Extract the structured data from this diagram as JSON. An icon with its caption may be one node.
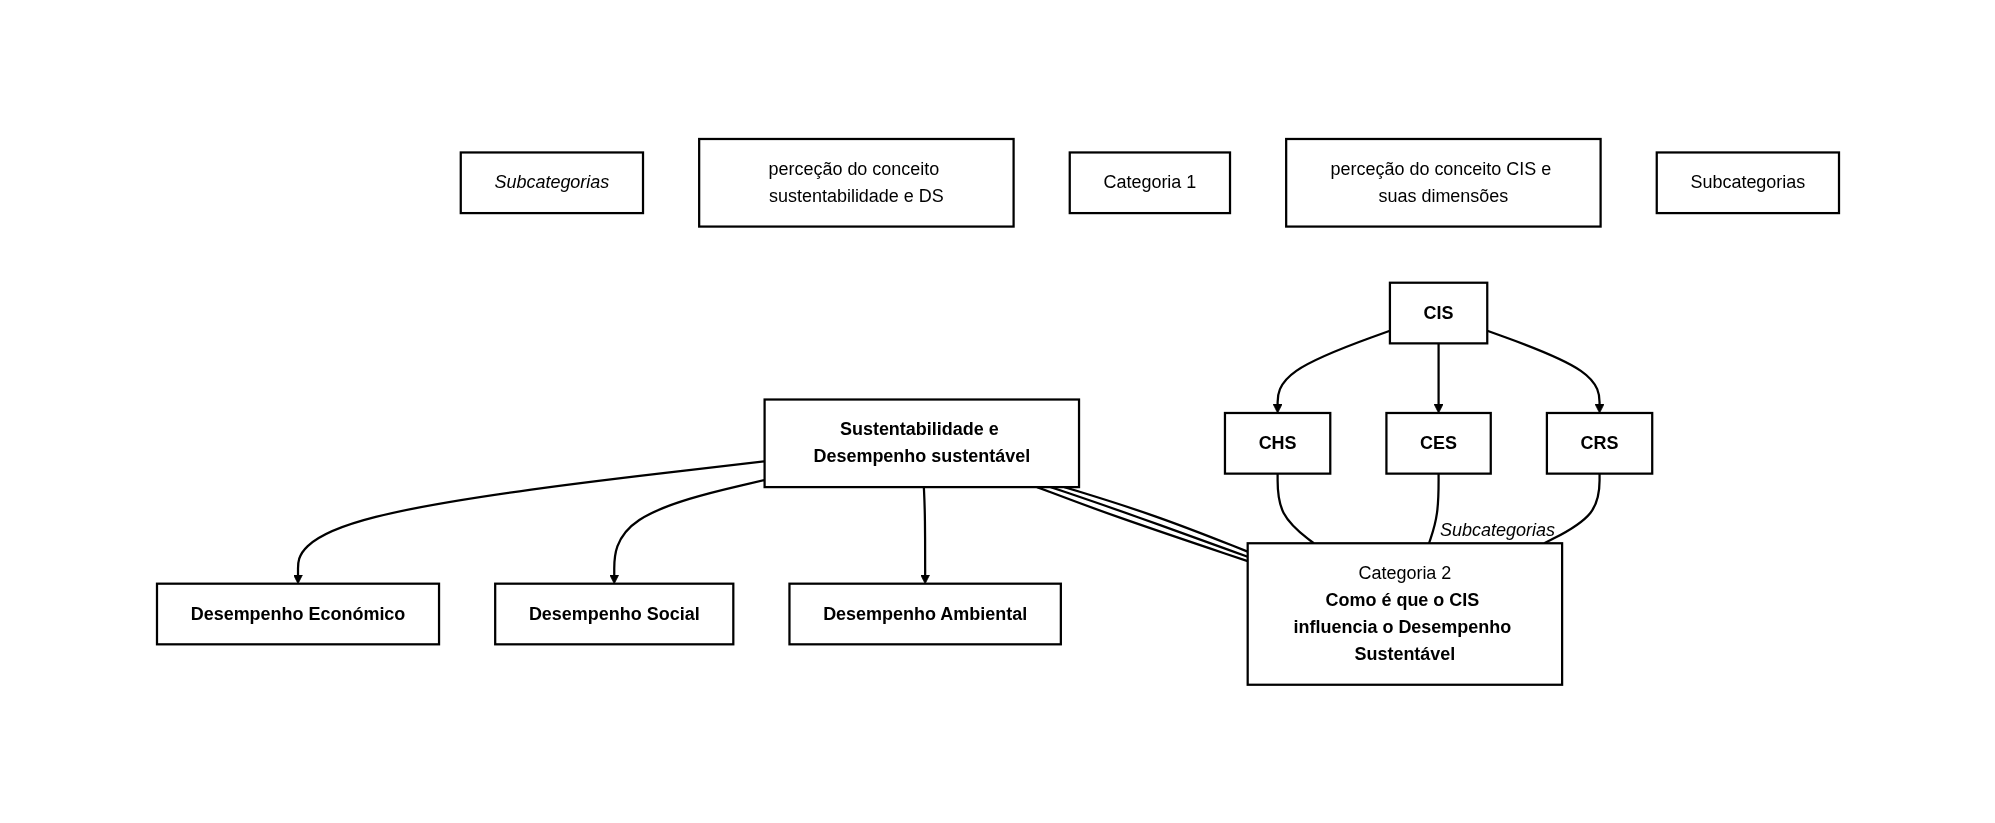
{
  "diagram": {
    "nodes": [
      {
        "text": [
          "Subcategorias"
        ]
      },
      {
        "text": [
          "perceção do conceito sustentabilidade e DS"
        ]
      },
      {
        "text": [
          "Categoria 1"
        ]
      },
      {
        "text": [
          "Sustentabilidade e Desempenho sustentável"
        ]
      },
      {
        "text": [
          "CIS"
        ]
      },
      {
        "text": [
          "perceção do conceito CIS e suas dimensões"
        ]
      },
      {
        "text": [
          "Subcategorias"
        ]
      },
      {
        "text": [
          "Desempenho Económico"
        ]
      },
      {
        "text": [
          "Desempenho Social"
        ]
      },
      {
        "text": [
          "Desempenho Ambiental"
        ]
      },
      {
        "text": [
          "CHS"
        ]
      },
      {
        "text": [
          "CES"
        ]
      },
      {
        "text": [
          "CRS"
        ]
      },
      {
        "text": [
          "Categoria 2",
          "Como é que o CIS influencia o Desempenho Sustentável"
        ]
      }
    ],
    "edges": [
      {
        "from": 3,
        "to": 7,
        "arrow": "to"
      },
      {
        "from": 3,
        "to": 8,
        "arrow": "to"
      },
      {
        "from": 3,
        "to": 9,
        "arrow": "to"
      },
      {
        "from": 4,
        "to": 10,
        "arrow": "to"
      },
      {
        "from": 4,
        "to": 11,
        "arrow": "to"
      },
      {
        "from": 4,
        "to": 12,
        "arrow": "to"
      },
      {
        "from": 3,
        "to": 13,
        "arrow": "none"
      },
      {
        "from": 3,
        "to": 13,
        "arrow": "none"
      },
      {
        "from": 3,
        "to": 13,
        "arrow": "none"
      },
      {
        "from": 10,
        "to": 13,
        "arrow": "none"
      },
      {
        "from": 11,
        "to": 13,
        "arrow": "none"
      },
      {
        "from": 12,
        "to": 13,
        "arrow": "none"
      }
    ],
    "labels": [
      "Subcategorias"
    ]
  }
}
